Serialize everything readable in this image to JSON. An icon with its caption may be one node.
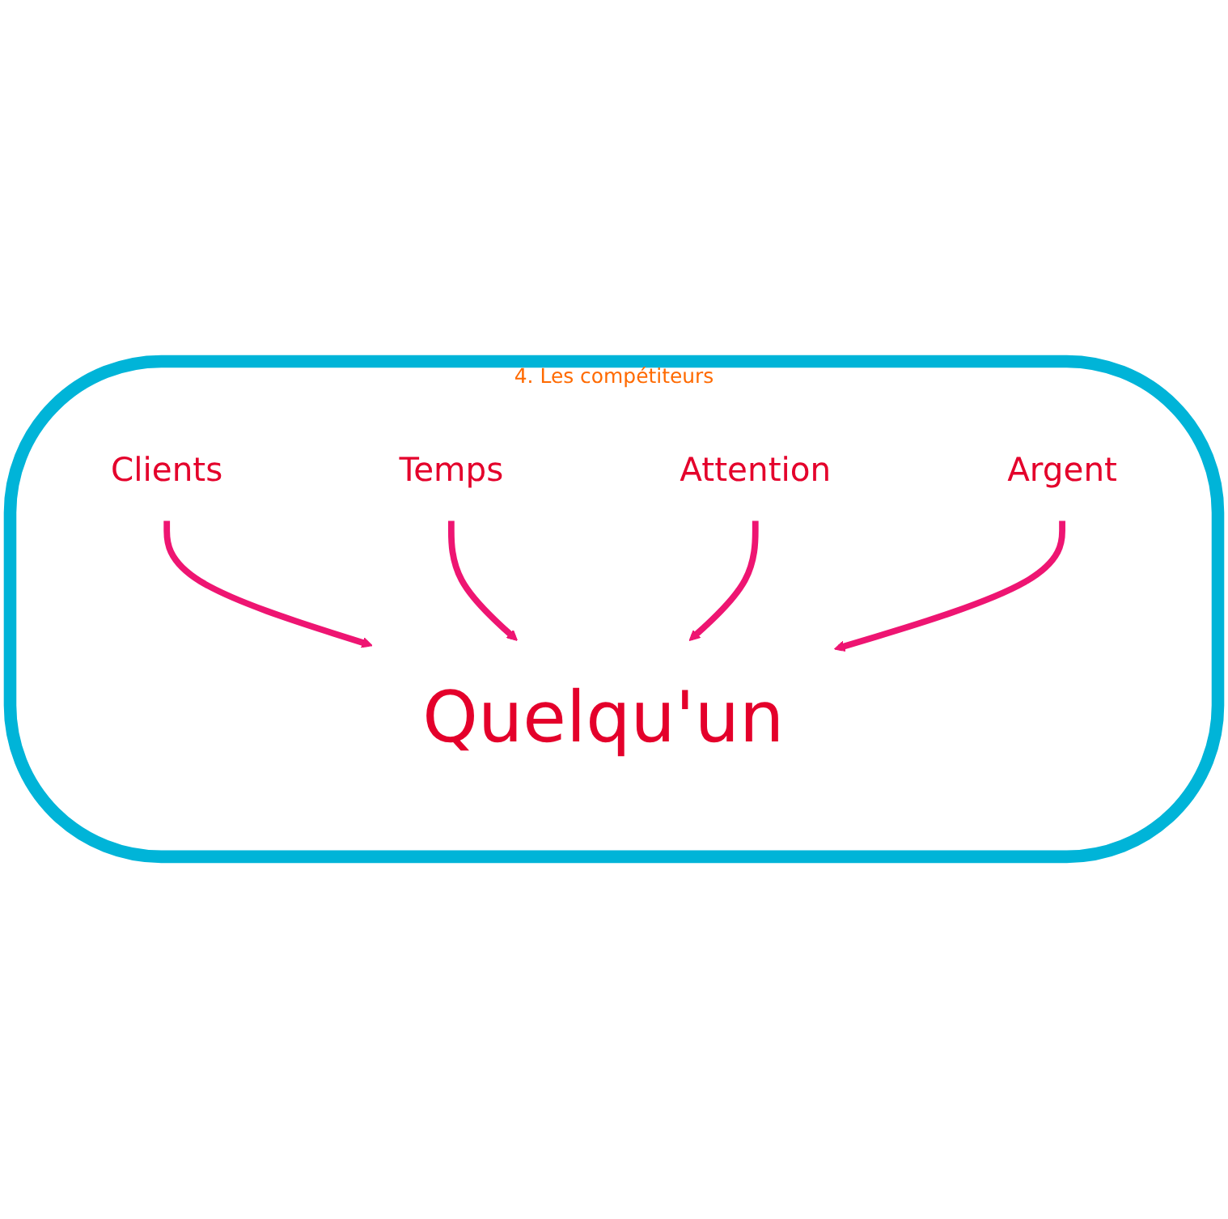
{
  "diagram": {
    "nodes": [
      {
        "text": [
          "4. Les compétiteurs"
        ]
      },
      {
        "text": [
          "Clients"
        ],
        "in": 0
      },
      {
        "text": [
          "Temps"
        ],
        "in": 0
      },
      {
        "text": [
          "Quelqu'un"
        ],
        "in": 0
      },
      {
        "text": [
          "Attention"
        ],
        "in": 0
      },
      {
        "text": [
          "Argent"
        ],
        "in": 0
      }
    ],
    "edges": [
      {
        "from": 1,
        "to": 3,
        "arrow": "to"
      },
      {
        "from": 2,
        "to": 3,
        "arrow": "to"
      },
      {
        "from": 4,
        "to": 3,
        "arrow": "to"
      },
      {
        "from": 5,
        "to": 3,
        "arrow": "to"
      }
    ]
  }
}
